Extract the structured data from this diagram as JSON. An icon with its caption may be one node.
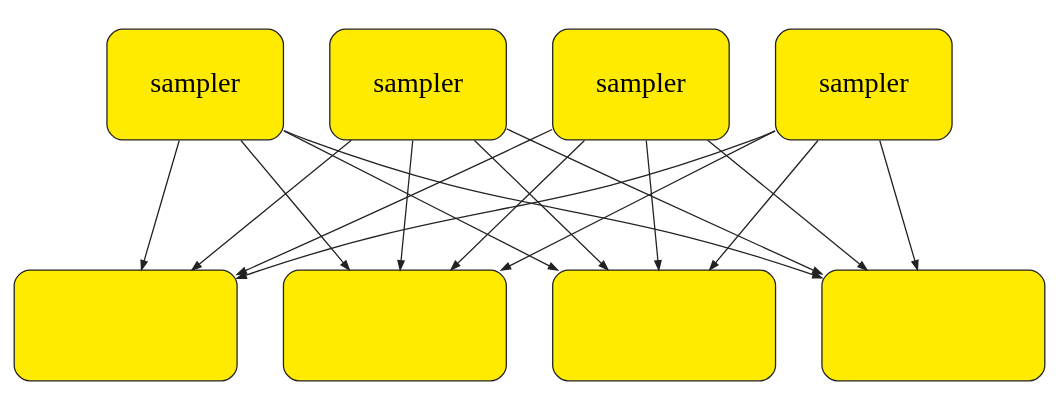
{
  "diagram": {
    "nodes": [
      {
        "text": [
          "sampler"
        ]
      },
      {
        "text": [
          "sampler"
        ]
      },
      {
        "text": [
          "sampler"
        ]
      },
      {
        "text": [
          "sampler"
        ]
      },
      {
        "text": [],
        "shape": "box"
      },
      {
        "text": [],
        "shape": "box"
      },
      {
        "text": [],
        "shape": "box"
      },
      {
        "text": [],
        "shape": "box"
      }
    ],
    "edges": [
      {
        "from": 0,
        "to": 4,
        "arrow": "to"
      },
      {
        "from": 0,
        "to": 5,
        "arrow": "to"
      },
      {
        "from": 0,
        "to": 6,
        "arrow": "to"
      },
      {
        "from": 0,
        "to": 7,
        "arrow": "to"
      },
      {
        "from": 1,
        "to": 4,
        "arrow": "to"
      },
      {
        "from": 1,
        "to": 5,
        "arrow": "to"
      },
      {
        "from": 1,
        "to": 6,
        "arrow": "to"
      },
      {
        "from": 1,
        "to": 7,
        "arrow": "to"
      },
      {
        "from": 2,
        "to": 4,
        "arrow": "to"
      },
      {
        "from": 2,
        "to": 5,
        "arrow": "to"
      },
      {
        "from": 2,
        "to": 6,
        "arrow": "to"
      },
      {
        "from": 2,
        "to": 7,
        "arrow": "to"
      },
      {
        "from": 3,
        "to": 4,
        "arrow": "to"
      },
      {
        "from": 3,
        "to": 5,
        "arrow": "to"
      },
      {
        "from": 3,
        "to": 6,
        "arrow": "to"
      },
      {
        "from": 3,
        "to": 7,
        "arrow": "to"
      }
    ]
  }
}
